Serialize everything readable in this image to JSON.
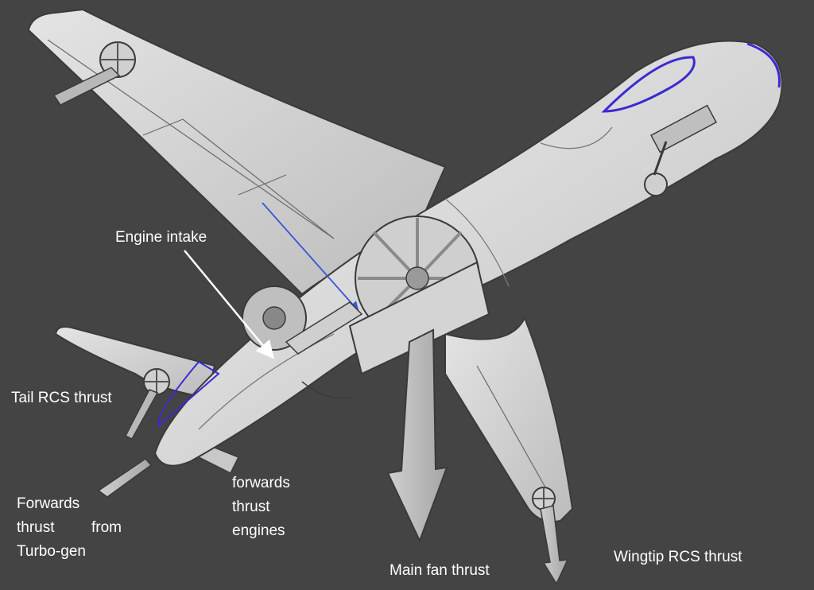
{
  "labels": {
    "engine_intake": "Engine intake",
    "tail_rcs_thrust": "Tail RCS thrust",
    "forwards_thrust_turbogen": [
      "Forwards",
      "thrust",
      "from",
      "Turbo-gen"
    ],
    "forwards_thrust_engines": [
      "forwards",
      "thrust",
      "engines"
    ],
    "main_fan_thrust": "Main fan thrust",
    "wingtip_rcs_thrust": "Wingtip RCS thrust"
  },
  "colors": {
    "background": "#444444",
    "airframe": "#d9d9d9",
    "outline": "#3a3a3a",
    "highlight_line": "#3a2ad4",
    "thrust_arrow": "#bdbdbd",
    "callout_arrow": "#ffffff"
  }
}
